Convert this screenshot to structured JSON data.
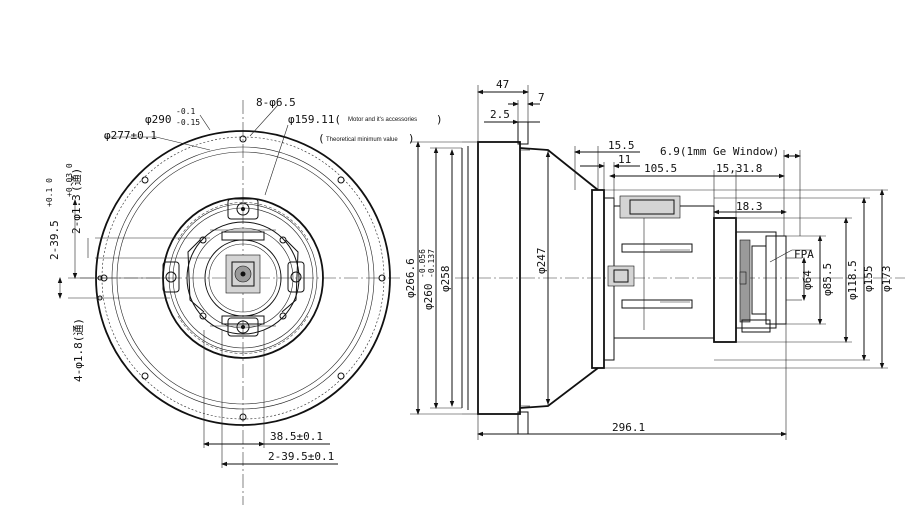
{
  "front_view": {
    "od_290": "φ290",
    "od_290_tol_upper": "-0.1",
    "od_290_tol_lower": "-0.15",
    "pcd_277": "φ277±0.1",
    "holes_8": "8-φ6.5",
    "d_159": "φ159.11(",
    "note_motor": "Motor and it's accessories",
    "note_motor_close": ")",
    "note_theoretical_open": "(",
    "note_theoretical": "Theoretical minimum value",
    "note_theoretical_close": ")",
    "dim_2_39_5_v": "2-39.5",
    "dim_2_39_5_v_tol": "+0.1  0",
    "dim_2_phi13": "2-φ1.3",
    "dim_2_phi13_tol": "+0.03  0",
    "dim_2_phi13_suffix": "(通)",
    "dim_4_phi18": "4-φ1.8(通)",
    "dim_38_5": "38.5±0.1",
    "dim_2_39_5_h": "2-39.5±0.1"
  },
  "side_view": {
    "d_47": "47",
    "d_7": "7",
    "d_2_5": "2.5",
    "d_15_5": "15.5",
    "d_11": "11",
    "d_ge_window": "6.9(1mm Ge Window)",
    "d_105_5": "105.5",
    "d_15_31_8": "15,31.8",
    "d_18_3": "18.3",
    "fpa": "FPA",
    "d_266_6": "φ266.6",
    "d_260": "φ260",
    "d_260_tol_upper": "-0.056",
    "d_260_tol_lower": "-0.137",
    "d_258": "φ258",
    "d_247": "φ247",
    "d_64": "φ64",
    "d_85_5": "φ85.5",
    "d_118_5": "φ118.5",
    "d_155": "φ155",
    "d_173": "φ173",
    "d_296_1": "296.1"
  }
}
